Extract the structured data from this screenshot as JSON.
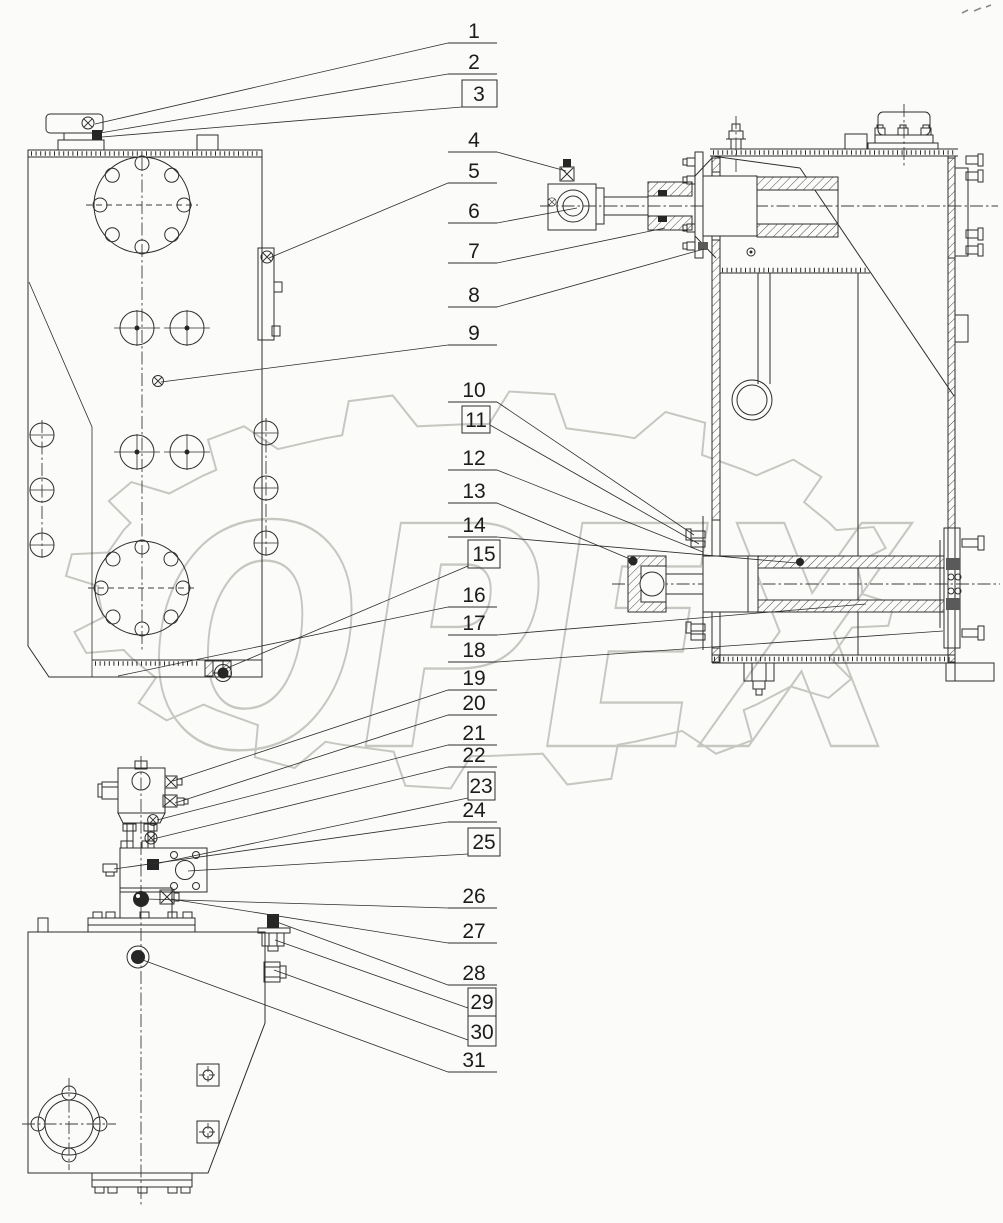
{
  "watermark": {
    "text": "OPEX",
    "color": "#c7c7c2"
  },
  "colors": {
    "background": "#fbfbf9",
    "line": "#2d2d2d",
    "dark_fill": "#262626"
  },
  "callouts": [
    {
      "label": "1",
      "boxed": false
    },
    {
      "label": "2",
      "boxed": false
    },
    {
      "label": "3",
      "boxed": true
    },
    {
      "label": "4",
      "boxed": false
    },
    {
      "label": "5",
      "boxed": false
    },
    {
      "label": "6",
      "boxed": false
    },
    {
      "label": "7",
      "boxed": false
    },
    {
      "label": "8",
      "boxed": false
    },
    {
      "label": "9",
      "boxed": false
    },
    {
      "label": "10",
      "boxed": false
    },
    {
      "label": "11",
      "boxed": true
    },
    {
      "label": "12",
      "boxed": false
    },
    {
      "label": "13",
      "boxed": false
    },
    {
      "label": "14",
      "boxed": false
    },
    {
      "label": "15",
      "boxed": true
    },
    {
      "label": "16",
      "boxed": false
    },
    {
      "label": "17",
      "boxed": false
    },
    {
      "label": "18",
      "boxed": false
    },
    {
      "label": "19",
      "boxed": false
    },
    {
      "label": "20",
      "boxed": false
    },
    {
      "label": "21",
      "boxed": false
    },
    {
      "label": "22",
      "boxed": false
    },
    {
      "label": "23",
      "boxed": true
    },
    {
      "label": "24",
      "boxed": false
    },
    {
      "label": "25",
      "boxed": true
    },
    {
      "label": "26",
      "boxed": false
    },
    {
      "label": "27",
      "boxed": false
    },
    {
      "label": "28",
      "boxed": false
    },
    {
      "label": "29",
      "boxed": true
    },
    {
      "label": "30",
      "boxed": true
    },
    {
      "label": "31",
      "boxed": false
    }
  ]
}
